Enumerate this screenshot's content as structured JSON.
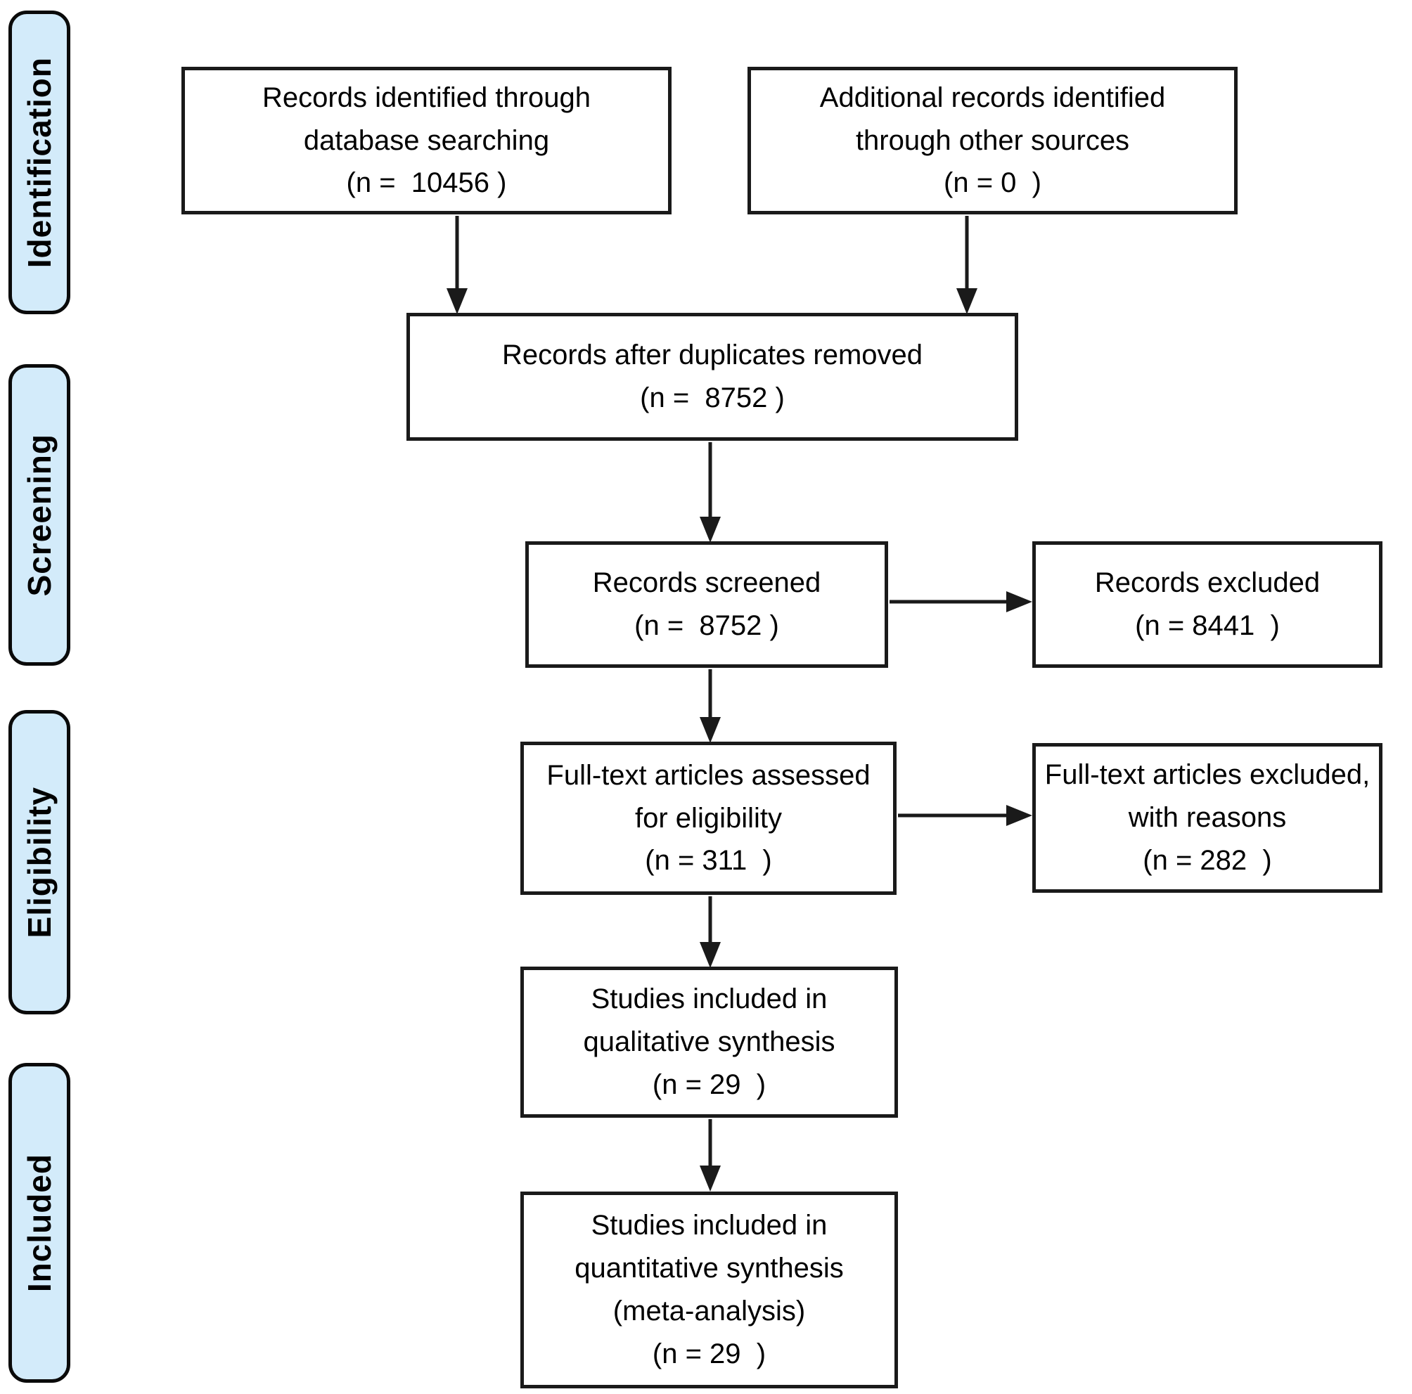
{
  "figure": {
    "type": "prisma-flow-diagram",
    "stages": [
      {
        "key": "identification",
        "label": "Identification"
      },
      {
        "key": "screening",
        "label": "Screening"
      },
      {
        "key": "eligibility",
        "label": "Eligibility"
      },
      {
        "key": "included",
        "label": "Included"
      }
    ],
    "boxes": [
      {
        "key": "records-identified",
        "n": 10456,
        "lines": [
          "Records identified through",
          "database searching",
          "(n =  10456 )"
        ]
      },
      {
        "key": "additional-records",
        "n": 0,
        "lines": [
          "Additional records identified",
          "through other sources",
          "(n = 0  )"
        ]
      },
      {
        "key": "duplicates-removed",
        "n": 8752,
        "lines": [
          "Records after duplicates removed",
          "(n =  8752 )"
        ]
      },
      {
        "key": "records-screened",
        "n": 8752,
        "lines": [
          "Records screened",
          "(n =  8752 )"
        ]
      },
      {
        "key": "records-excluded",
        "n": 8441,
        "lines": [
          "Records excluded",
          "(n = 8441  )"
        ]
      },
      {
        "key": "fulltext-assessed",
        "n": 311,
        "lines": [
          "Full-text articles assessed",
          "for eligibility",
          "(n = 311  )"
        ]
      },
      {
        "key": "fulltext-excluded",
        "n": 282,
        "lines": [
          "Full-text articles excluded,",
          "with reasons",
          "(n = 282  )"
        ]
      },
      {
        "key": "qualitative-synthesis",
        "n": 29,
        "lines": [
          "Studies included in",
          "qualitative synthesis",
          "(n = 29  )"
        ]
      },
      {
        "key": "quantitative-synthesis",
        "n": 29,
        "lines": [
          "Studies included in",
          "quantitative synthesis",
          "(meta-analysis)",
          "(n = 29  )"
        ]
      }
    ],
    "colors": {
      "stage_fill": "#d3ebfa",
      "stage_border": "#0a0a0a",
      "box_fill": "#ffffff",
      "box_border": "#1a1a1a",
      "arrow": "#1a1a1a",
      "text": "#000000"
    }
  }
}
